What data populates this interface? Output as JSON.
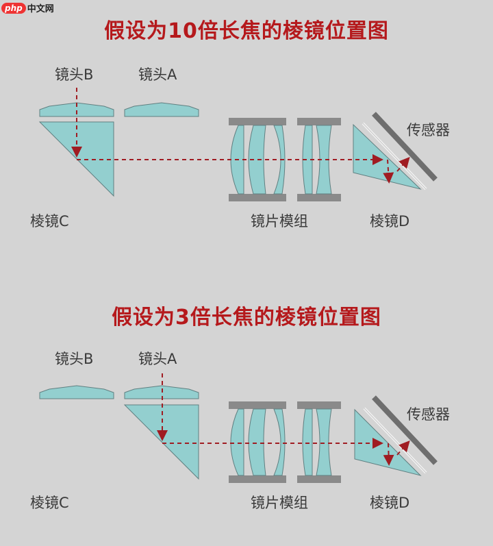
{
  "watermark": {
    "badge": "php",
    "text": "中文网"
  },
  "diagrams": [
    {
      "title": "假设为10倍长焦的棱镜位置图",
      "labels": {
        "lens_b": "镜头B",
        "lens_a": "镜头A",
        "prism_c": "棱镜C",
        "lens_group": "镜片模组",
        "prism_d": "棱镜D",
        "sensor": "传感器"
      }
    },
    {
      "title": "假设为3倍长焦的棱镜位置图",
      "labels": {
        "lens_b": "镜头B",
        "lens_a": "镜头A",
        "prism_c": "棱镜C",
        "lens_group": "镜片模组",
        "prism_d": "棱镜D",
        "sensor": "传感器"
      }
    }
  ],
  "colors": {
    "title": "#b5191c",
    "glass": "#93cfcf",
    "frame": "#8a8a8a",
    "sensor": "#6e6e6e",
    "ray": "#a01c22",
    "background": "#d4d4d4"
  }
}
